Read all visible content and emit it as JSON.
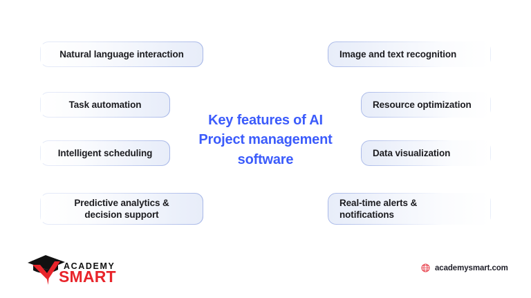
{
  "page": {
    "background_color": "#ffffff",
    "title_color": "#3b5bfb",
    "pill_text_color": "#1b1b1f",
    "pill_border_color": "#a8b8e8",
    "pill_fill_color": "#e8edf9",
    "brand_red": "#e8242a"
  },
  "title": {
    "text": "Key features of AI\nProject management\nsoftware"
  },
  "features": {
    "left": [
      {
        "label": "Natural language interaction"
      },
      {
        "label": "Task automation"
      },
      {
        "label": "Intelligent scheduling"
      },
      {
        "label": "Predictive analytics &\ndecision support"
      }
    ],
    "right": [
      {
        "label": "Image and text recognition"
      },
      {
        "label": "Resource optimization"
      },
      {
        "label": "Data visualization"
      },
      {
        "label": "Real-time alerts &\nnotifications"
      }
    ]
  },
  "logo": {
    "line1": "ACADEMY",
    "line2": "SMART",
    "cap_color": "#111111",
    "check_color": "#e8242a"
  },
  "website": {
    "url": "academysmart.com",
    "icon": "globe-icon",
    "icon_color": "#e8434e"
  }
}
